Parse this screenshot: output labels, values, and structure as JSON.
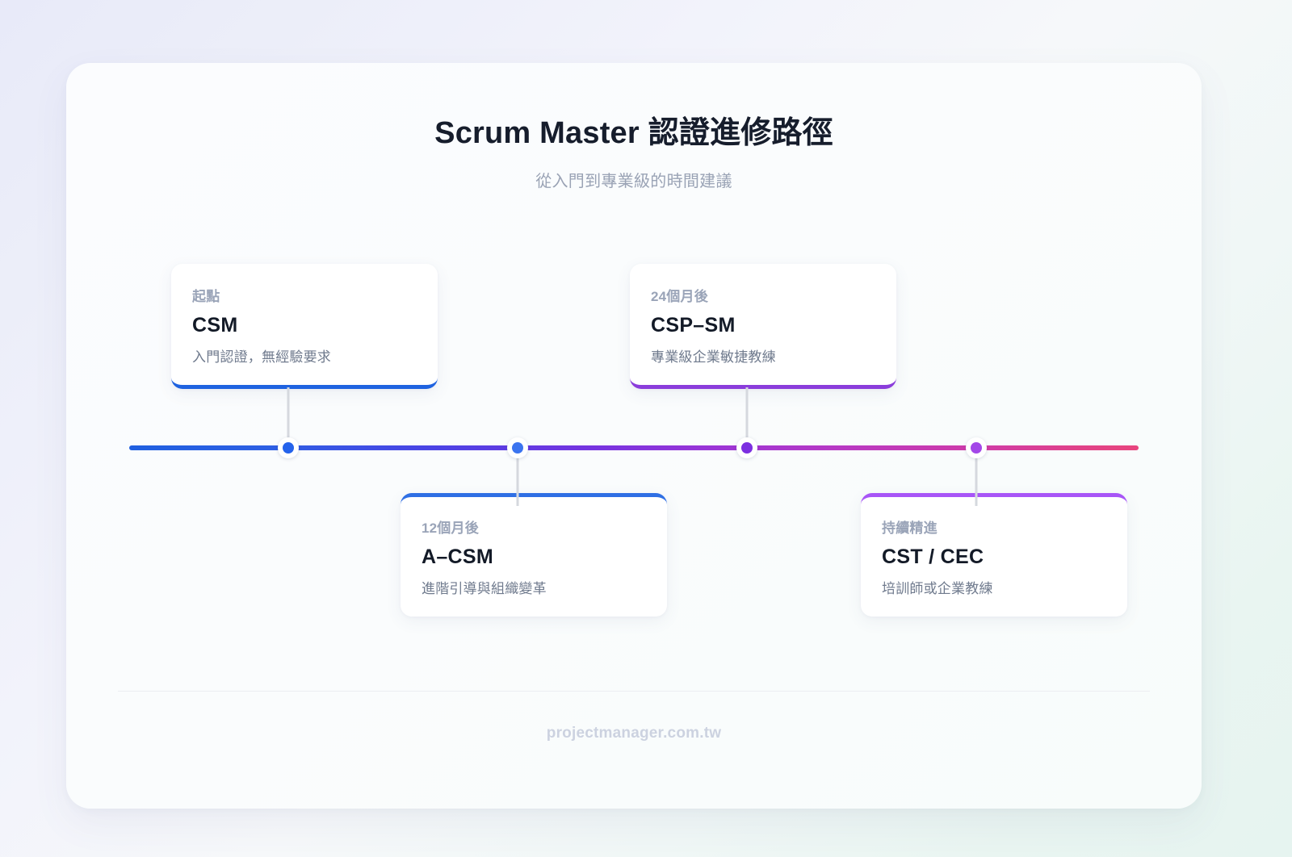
{
  "header": {
    "title": "Scrum Master 認證進修路徑",
    "subtitle": "從入門到專業級的時間建議"
  },
  "timeline": {
    "gradient_start": "#1f5fe0",
    "gradient_mid": "#9b35d6",
    "gradient_end": "#e8457e",
    "milestones": [
      {
        "eyebrow": "起點",
        "title": "CSM",
        "desc": "入門認證，無經驗要求",
        "accent": "#1f63e0",
        "dot_color": "#2563eb",
        "position": "above"
      },
      {
        "eyebrow": "12個月後",
        "title": "A–CSM",
        "desc": "進階引導與組織變革",
        "accent": "#2f6fe4",
        "dot_color": "#3b74ef",
        "position": "below"
      },
      {
        "eyebrow": "24個月後",
        "title": "CSP–SM",
        "desc": "專業級企業敏捷教練",
        "accent": "#8b3ddb",
        "dot_color": "#7c2fe0",
        "position": "above"
      },
      {
        "eyebrow": "持續精進",
        "title": "CST / CEC",
        "desc": "培訓師或企業教練",
        "accent": "#a855f7",
        "dot_color": "#a347e8",
        "position": "below"
      }
    ]
  },
  "footer": {
    "site": "projectmanager.com.tw"
  }
}
